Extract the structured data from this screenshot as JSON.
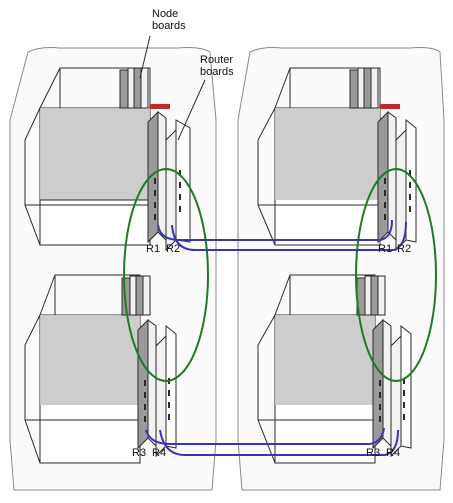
{
  "callouts": {
    "node_boards": [
      "Node",
      "boards"
    ],
    "router_boards": [
      "Router",
      "boards"
    ]
  },
  "router_labels": {
    "r1_left": "R1",
    "r2_left": "R2",
    "r1_right": "R1",
    "r2_right": "R2",
    "r3_left": "R3",
    "r4_left": "R4",
    "r3_right": "R3",
    "r4_right": "R4"
  },
  "colors": {
    "line": "#2a2a2a",
    "cabinet_outline": "#8a8a8a",
    "panel_gray": "#c8c8c8",
    "board_gray": "#9a9a9a",
    "board_light": "#f2f2f2",
    "link_blue": "#3a35b0",
    "link_green": "#1f7a25",
    "connector_red": "#c0282a"
  }
}
